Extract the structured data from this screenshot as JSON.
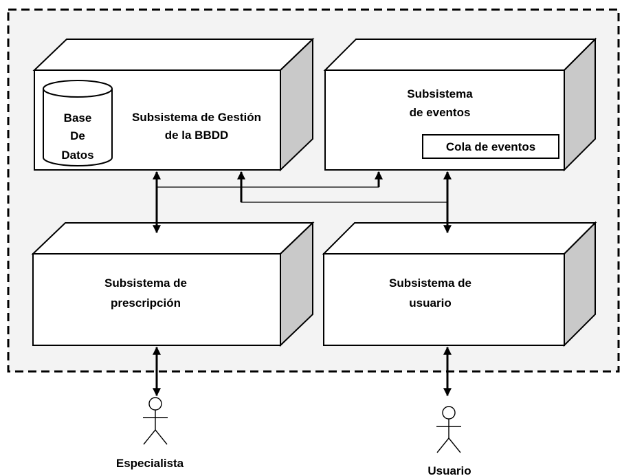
{
  "colors": {
    "system_fill": "#f3f3f3",
    "box_face": "#ffffff",
    "box_top": "#ffffff",
    "box_side": "#c9c9c9",
    "stroke": "#000000"
  },
  "boxes": {
    "bbdd": {
      "line1": "Subsistema de Gestión",
      "line2": "de la BBDD"
    },
    "eventos": {
      "line1": "Subsistema",
      "line2": "de eventos"
    },
    "prescripcion": {
      "line1": "Subsistema de",
      "line2": "prescripción"
    },
    "usuario": {
      "line1": "Subsistema de",
      "line2": "usuario"
    }
  },
  "database": {
    "line1": "Base",
    "line2": "De",
    "line3": "Datos"
  },
  "queue": {
    "label": "Cola de eventos"
  },
  "actors": {
    "especialista": {
      "label": "Especialista",
      "icon": "actor-icon"
    },
    "usuario": {
      "label": "Usuario",
      "icon": "actor-icon"
    }
  }
}
